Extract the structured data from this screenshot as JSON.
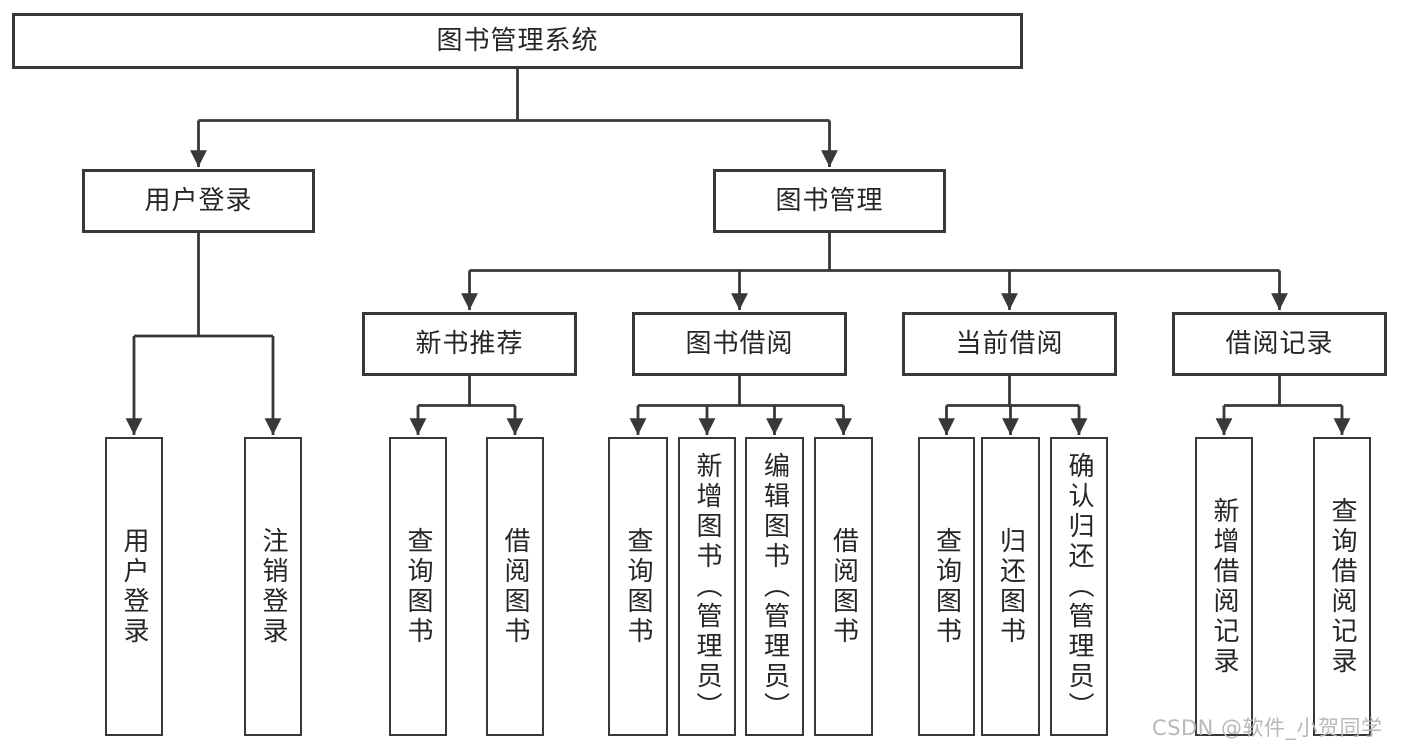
{
  "page": {
    "background": "#ffffff"
  },
  "diagram": {
    "type": "hierarchy-tree",
    "line_color": "#383838",
    "box_fill": "#ffffff",
    "text_color": "#262626",
    "nodes": {
      "root": "图书管理系统",
      "user_login": "用户登录",
      "book_mgmt": "图书管理",
      "new_book_rec": "新书推荐",
      "book_borrow": "图书借阅",
      "current_borrow": "当前借阅",
      "borrow_records": "借阅记录",
      "ul_user_login": "用户登录",
      "ul_logout": "注销登录",
      "nb_query_book": "查询图书",
      "nb_borrow_book": "借阅图书",
      "bb_query_book": "查询图书",
      "bb_add_book": "新增图书（管理员）",
      "bb_edit_book": "编辑图书（管理员）",
      "bb_borrow_book": "借阅图书",
      "cb_query_book": "查询图书",
      "cb_return_book": "归还图书",
      "cb_confirm_return": "确认归还（管理员）",
      "br_add_record": "新增借阅记录",
      "br_query_record": "查询借阅记录"
    },
    "edges": [
      {
        "from": "root",
        "to": [
          "user_login",
          "book_mgmt"
        ]
      },
      {
        "from": "user_login",
        "to": [
          "ul_user_login",
          "ul_logout"
        ]
      },
      {
        "from": "book_mgmt",
        "to": [
          "new_book_rec",
          "book_borrow",
          "current_borrow",
          "borrow_records"
        ]
      },
      {
        "from": "new_book_rec",
        "to": [
          "nb_query_book",
          "nb_borrow_book"
        ]
      },
      {
        "from": "book_borrow",
        "to": [
          "bb_query_book",
          "bb_add_book",
          "bb_edit_book",
          "bb_borrow_book"
        ]
      },
      {
        "from": "current_borrow",
        "to": [
          "cb_query_book",
          "cb_return_book",
          "cb_confirm_return"
        ]
      },
      {
        "from": "borrow_records",
        "to": [
          "br_add_record",
          "br_query_record"
        ]
      }
    ]
  },
  "watermark": {
    "text": "CSDN @软件_小贺同学",
    "color": "#b9b9b9"
  }
}
